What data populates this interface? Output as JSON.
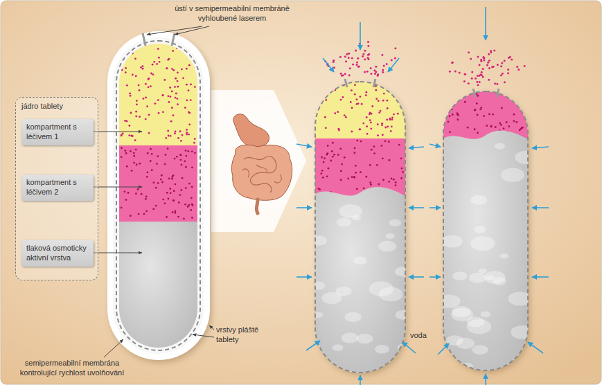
{
  "diagram": {
    "nodes": [
      {
        "text": [
          "jádro tablety"
        ]
      },
      {
        "text": [
          "kompartment s léčivem 1"
        ],
        "in": 0
      },
      {
        "text": [
          "kompartment s léčivem 2"
        ],
        "in": 0
      },
      {
        "text": [
          "tlaková osmoticky aktivní vrstva"
        ],
        "in": 0
      }
    ],
    "labels": [
      "ústí v semipermeabilní membráně vyhloubené laserem",
      "vrstvy pláště tablety",
      "semipermeabilní membrána kontrolující rychlost uvolňování",
      "voda"
    ]
  }
}
